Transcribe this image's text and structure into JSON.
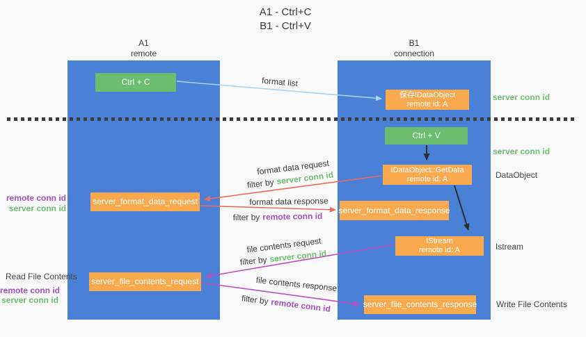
{
  "title": {
    "line1": "A1 - Ctrl+C",
    "line2": "B1 - Ctrl+V"
  },
  "lanes": {
    "a1": {
      "title": "A1",
      "subtitle": "remote"
    },
    "b1": {
      "title": "B1",
      "subtitle": "connection"
    }
  },
  "nodes": {
    "ctrl_c": {
      "label": "Ctrl + C"
    },
    "ctrl_v": {
      "label": "Ctrl + V"
    },
    "save_idataobject": {
      "line1": "保存IDataObject",
      "line2": "remote id: A"
    },
    "getdata": {
      "line1": "IDataObject::GetData",
      "line2": "remote id: A"
    },
    "istream": {
      "line1": "IStream",
      "line2": "remote id: A"
    },
    "format_request": {
      "label": "server_format_data_request"
    },
    "format_response": {
      "label": "server_format_data_response"
    },
    "file_request": {
      "label": "server_file_contents_request"
    },
    "file_response": {
      "label": "server_file_contents_response"
    }
  },
  "arrow_labels": {
    "format_list": "format list",
    "format_data_request": "format data request",
    "filter_server_1": {
      "prefix": "filter by",
      "colored": "server conn id"
    },
    "format_data_response": "format data response",
    "filter_remote_1": {
      "prefix": "filter by",
      "colored": "remote conn id"
    },
    "file_contents_request": "file contents request",
    "filter_server_2": {
      "prefix": "filter by",
      "colored": "server conn id"
    },
    "file_contents_response": "file contents response",
    "filter_remote_2": {
      "prefix": "filter by",
      "colored": "remote conn id"
    }
  },
  "side_labels": {
    "right_server_conn_id_1": "server conn id",
    "right_server_conn_id_2": "server conn id",
    "right_dataobject": "DataObject",
    "right_istream": "Istream",
    "right_write_file_contents": "Write File Contents",
    "left_remote_conn_id_1": "remote conn id",
    "left_server_conn_id_1": "server conn id",
    "left_read_file_contents": "Read File Contents",
    "left_remote_conn_id_2": "remote conn id",
    "left_server_conn_id_2": "server conn id"
  },
  "colors": {
    "lane_blue": "#4a81d6",
    "box_orange": "#f9a94e",
    "box_green": "#6abe6d",
    "text_green": "#6dbf71",
    "text_purple": "#a44fc0",
    "arrow_red": "#ee6a5f",
    "arrow_purple": "#bd4ec0",
    "arrow_blue": "#a9d3ee",
    "arrow_black": "#2d2d2d",
    "background": "#f9f9f9"
  }
}
